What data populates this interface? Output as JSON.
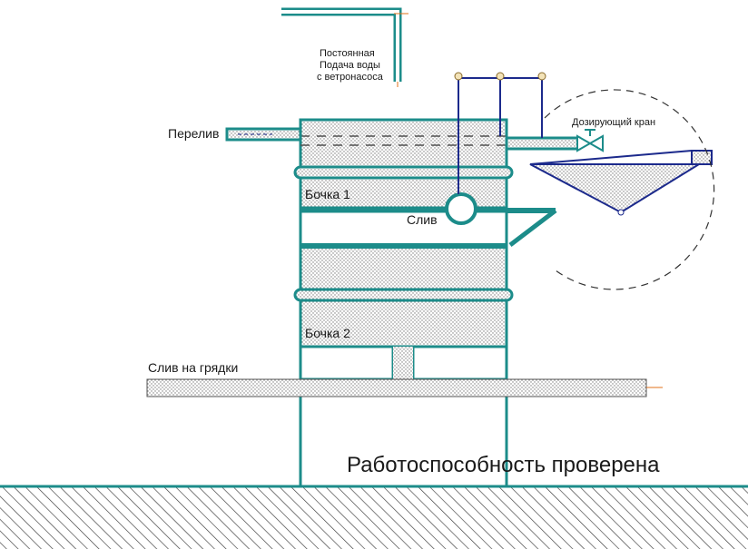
{
  "labels": {
    "water_supply_line1": "Постоянная",
    "water_supply_line2": "Подача воды",
    "water_supply_line3": "с ветронасоса",
    "overflow": "Перелив",
    "dosing_valve": "Дозирующий кран",
    "barrel1": "Бочка 1",
    "drain": "Слив",
    "barrel2": "Бочка 2",
    "drain_to_beds": "Слив на грядки",
    "status": "Работоспособность проверена"
  },
  "colors": {
    "pipe_teal": "#1c8c8a",
    "pipe_inner": "#ffffff",
    "frame_navy": "#1c2a8c",
    "hatch": "#8e8e8e",
    "ground": "#2a2a2a",
    "marker_orange": "#e0701a"
  }
}
